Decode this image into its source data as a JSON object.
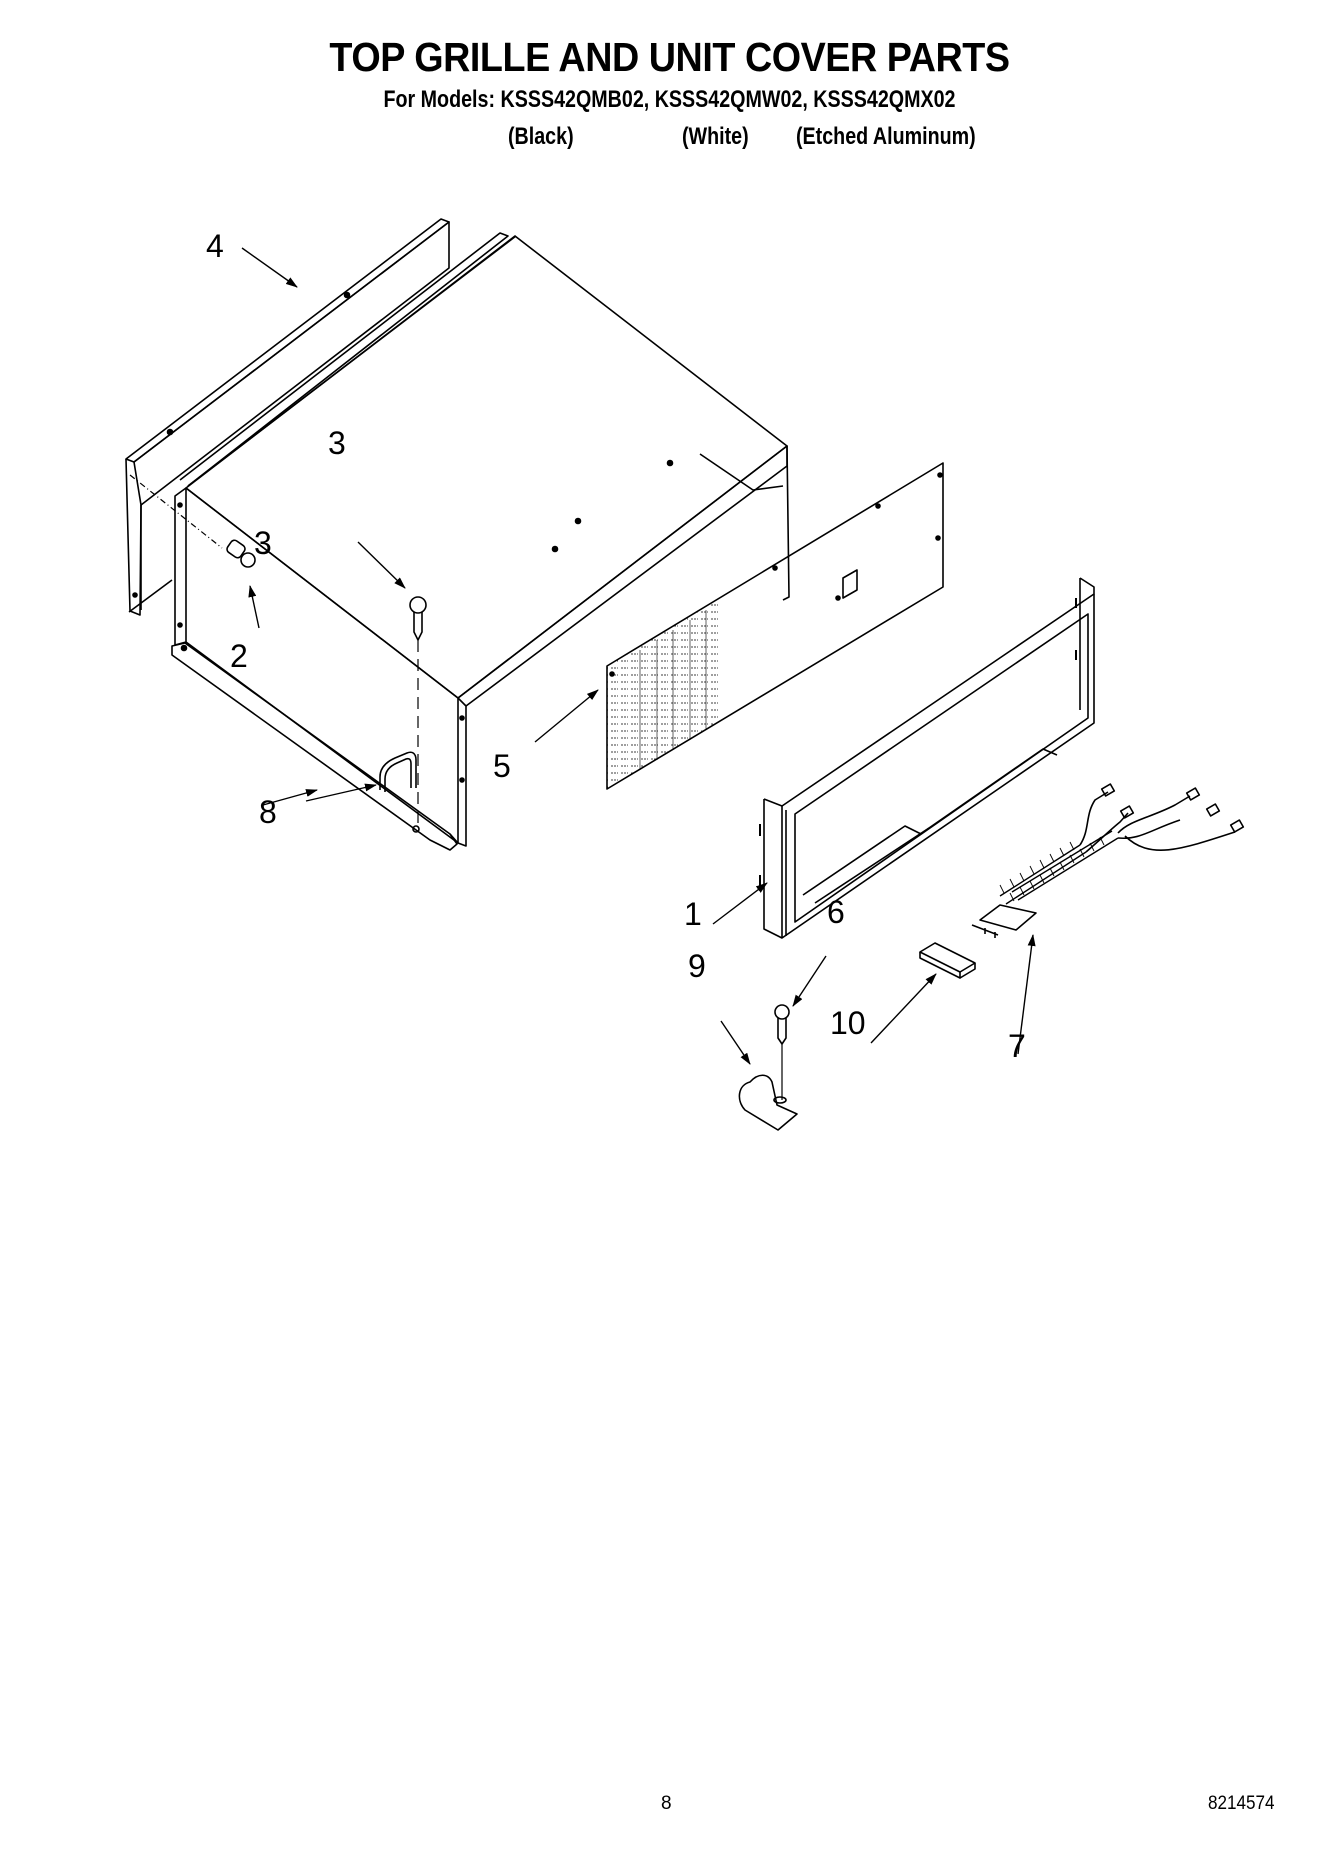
{
  "header": {
    "title": "TOP GRILLE AND UNIT COVER PARTS",
    "models_line": "For Models: KSSS42QMB02, KSSS42QMW02, KSSS42QMX02",
    "model_colors": [
      "(Black)",
      "(White)",
      "(Etched Aluminum)"
    ]
  },
  "callouts": [
    {
      "id": "4",
      "label": "4"
    },
    {
      "id": "3a",
      "label": "3"
    },
    {
      "id": "3b",
      "label": "3"
    },
    {
      "id": "2",
      "label": "2"
    },
    {
      "id": "5",
      "label": "5"
    },
    {
      "id": "8",
      "label": "8"
    },
    {
      "id": "1",
      "label": "1"
    },
    {
      "id": "6",
      "label": "6"
    },
    {
      "id": "9",
      "label": "9"
    },
    {
      "id": "10",
      "label": "10"
    },
    {
      "id": "7",
      "label": "7"
    }
  ],
  "footer": {
    "page_number": "8",
    "document_number": "8214574"
  }
}
